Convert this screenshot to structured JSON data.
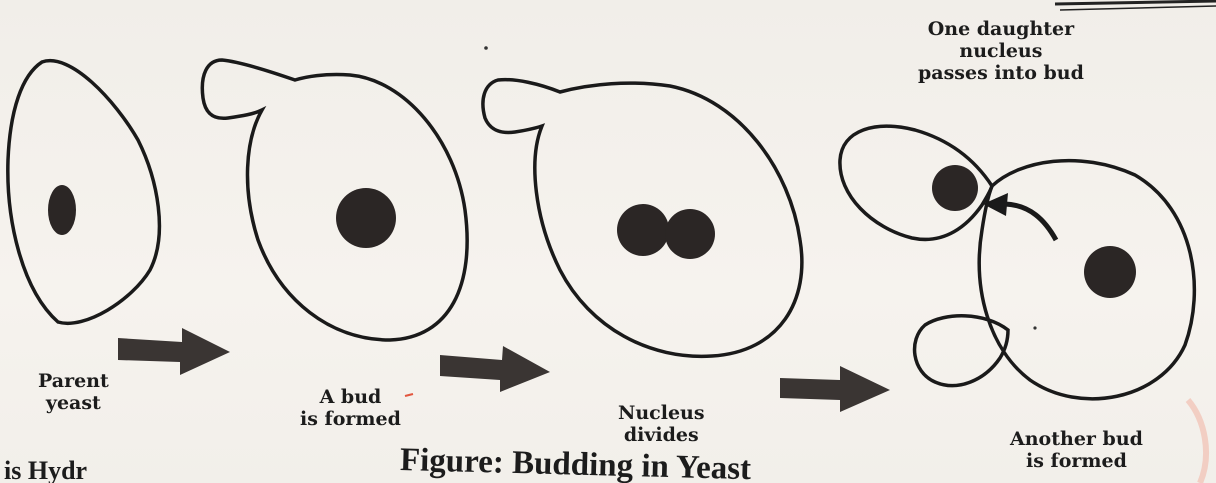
{
  "labels": {
    "parent_yeast": [
      "Parent",
      "yeast"
    ],
    "bud_formed": [
      "A bud",
      "is formed"
    ],
    "nucleus_divides": [
      "Nucleus",
      "divides"
    ],
    "daughter_nucleus": [
      "One daughter",
      "nucleus",
      "passes into bud"
    ],
    "another_bud": [
      "Another bud",
      "is formed"
    ]
  },
  "caption": "Figure: Budding in Yeast",
  "left_fragment": "is Hydr",
  "colors": {
    "cell_outline": "#1a1a1a",
    "nucleus": "#2b2625",
    "arrow": "#3a3533",
    "accent_mark": "#e2563f"
  }
}
